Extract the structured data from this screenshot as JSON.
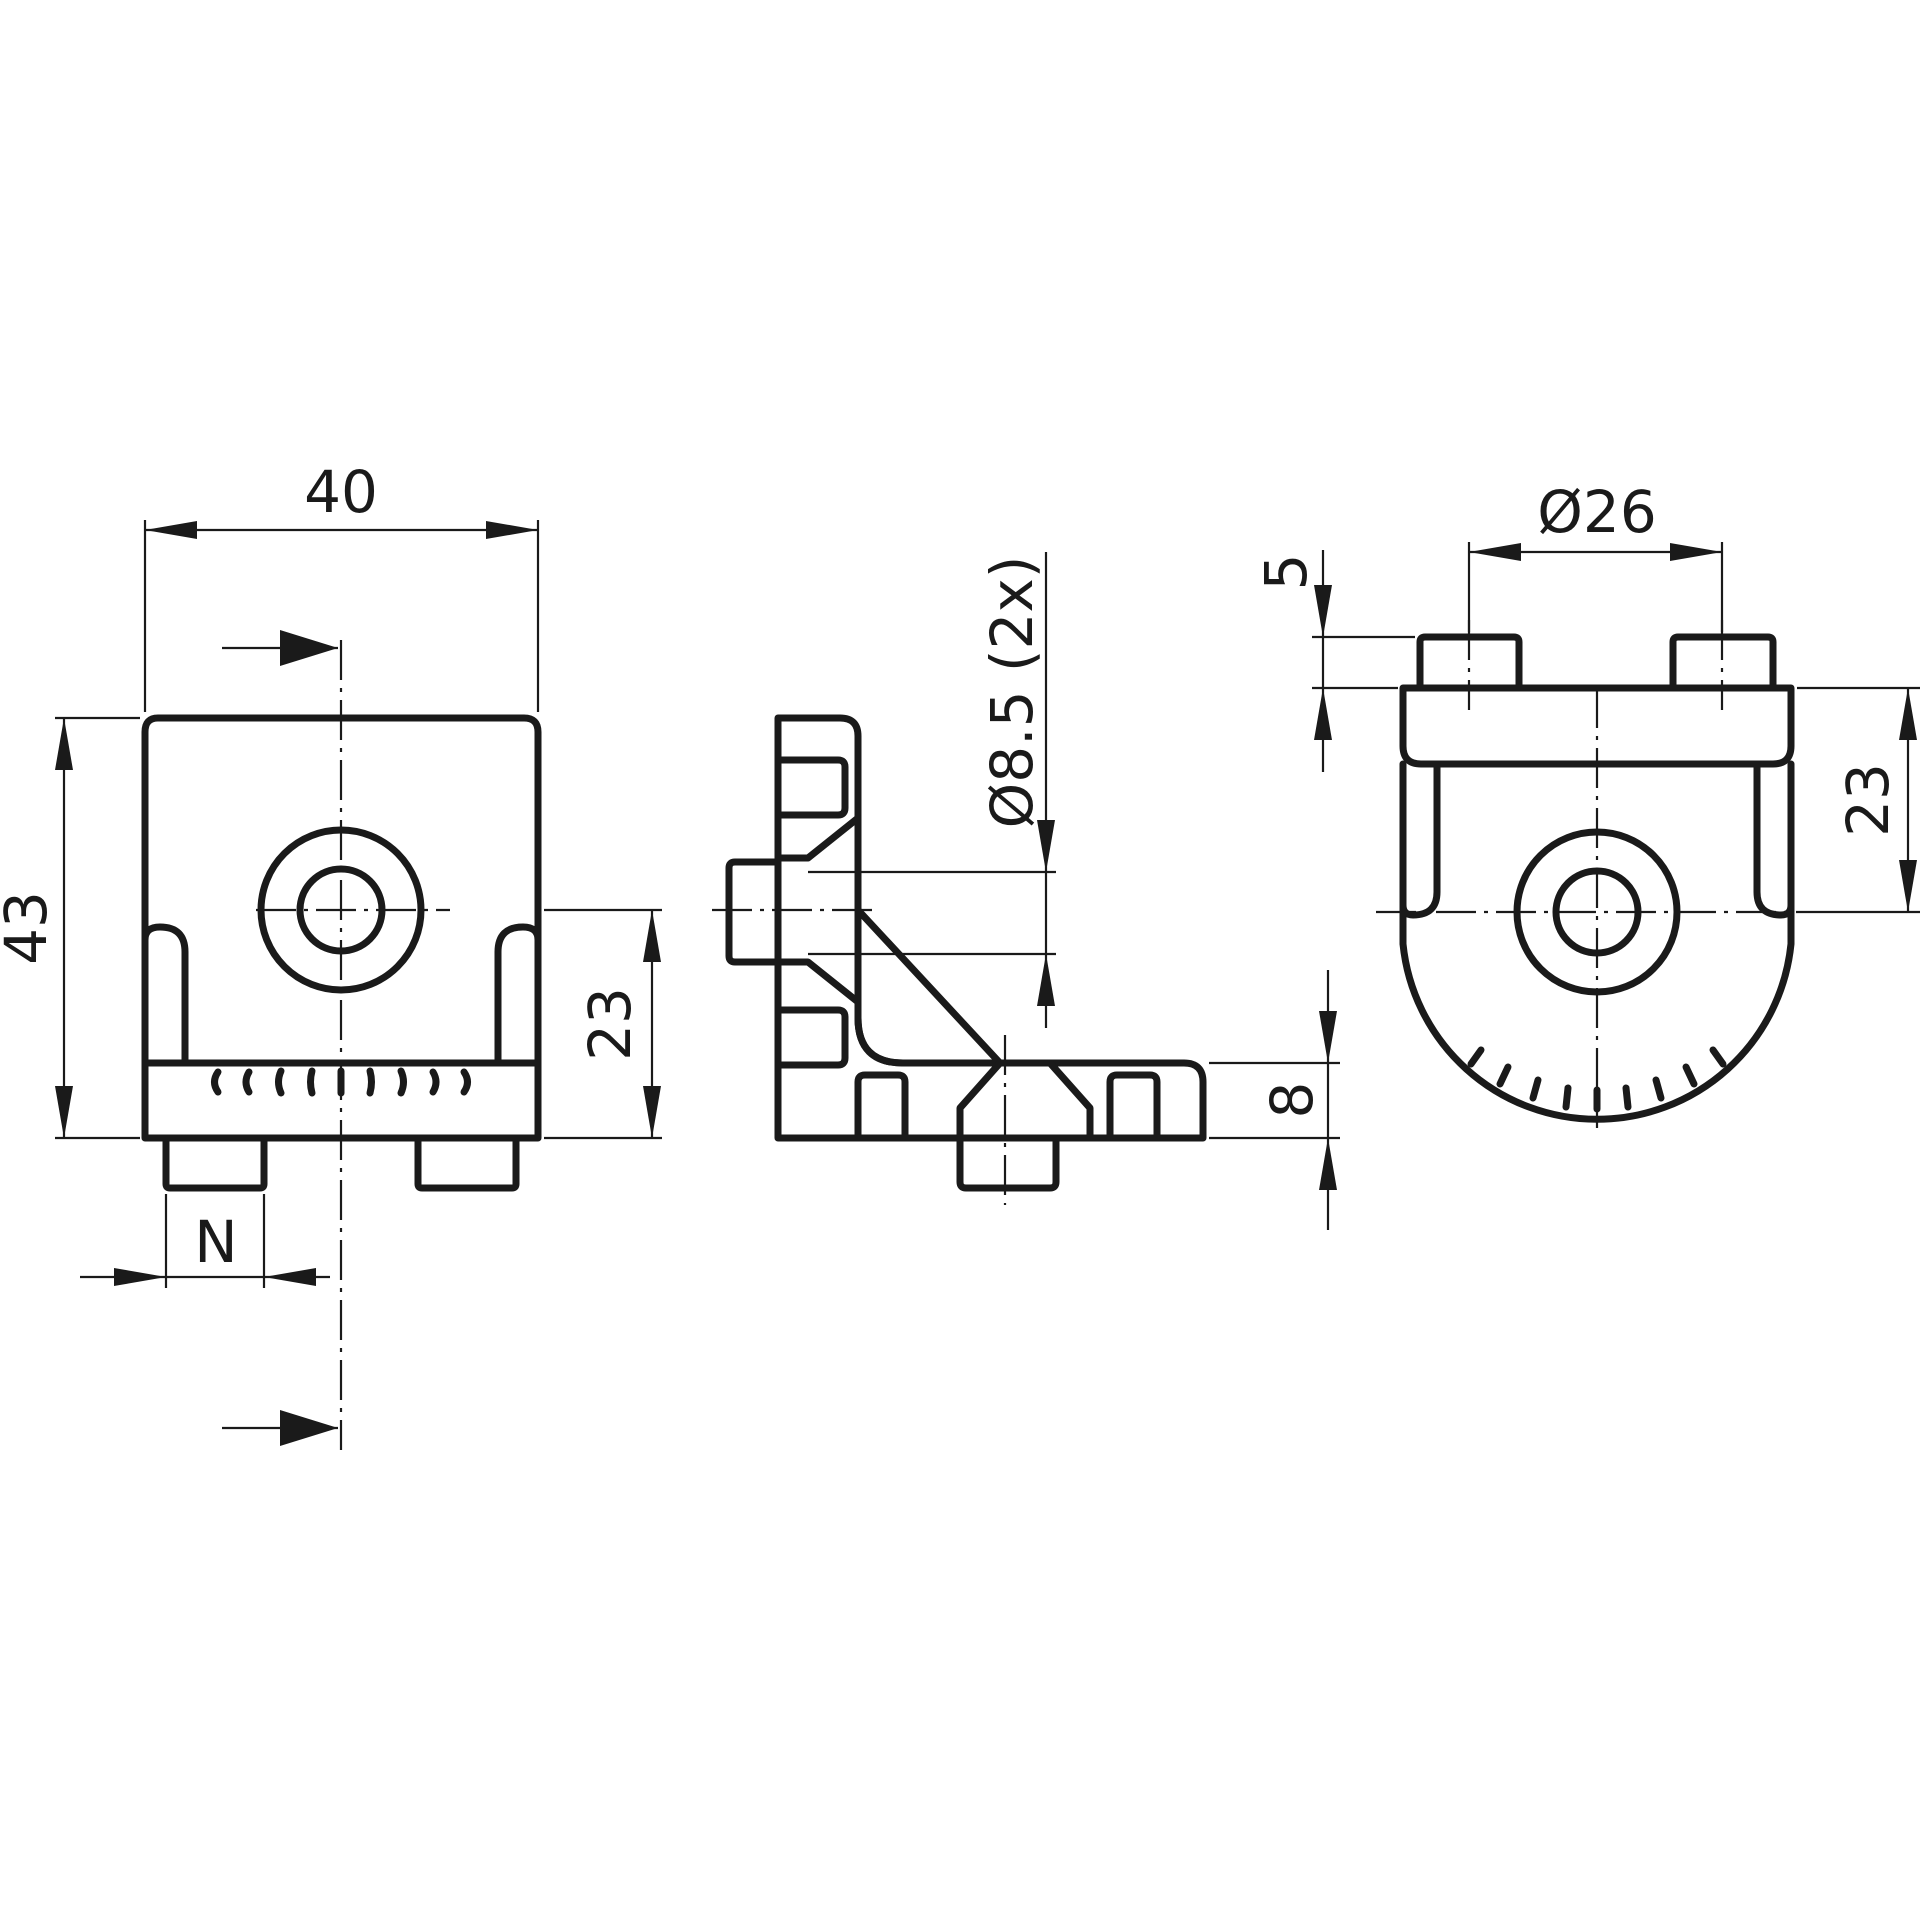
{
  "drawing": {
    "front_view": {
      "width_dim": "40",
      "height_dim": "43",
      "hole_height_dim": "23",
      "slot_dim": "N"
    },
    "side_view": {
      "hole_dim": "Ø8.5 (2x)",
      "thickness_dim": "8"
    },
    "top_view": {
      "bore_dim": "Ø26",
      "boss_height_dim": "5",
      "height_dim": "23"
    }
  }
}
